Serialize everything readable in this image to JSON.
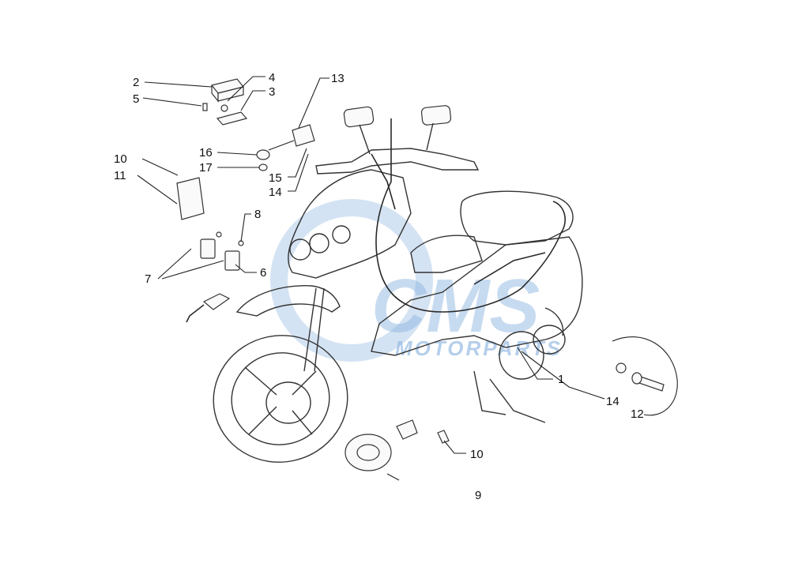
{
  "watermark": {
    "brand": "CMS",
    "subtitle": "MOTORPARTS",
    "color": "#1f6fc2"
  },
  "callouts": [
    {
      "id": "c2",
      "text": "2"
    },
    {
      "id": "c5",
      "text": "5"
    },
    {
      "id": "c4",
      "text": "4"
    },
    {
      "id": "c3",
      "text": "3"
    },
    {
      "id": "c13",
      "text": "13"
    },
    {
      "id": "c16",
      "text": "16"
    },
    {
      "id": "c17",
      "text": "17"
    },
    {
      "id": "c15",
      "text": "15"
    },
    {
      "id": "c14a",
      "text": "14"
    },
    {
      "id": "c10a",
      "text": "10"
    },
    {
      "id": "c11",
      "text": "11"
    },
    {
      "id": "c8",
      "text": "8"
    },
    {
      "id": "c7",
      "text": "7"
    },
    {
      "id": "c6",
      "text": "6"
    },
    {
      "id": "c1",
      "text": "1"
    },
    {
      "id": "c14b",
      "text": "14"
    },
    {
      "id": "c12",
      "text": "12"
    },
    {
      "id": "c10b",
      "text": "10"
    },
    {
      "id": "c9",
      "text": "9"
    }
  ]
}
